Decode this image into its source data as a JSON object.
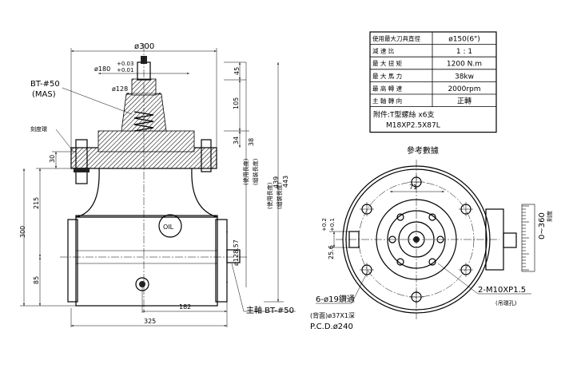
{
  "spec_table": {
    "rows": [
      {
        "label": "使用最大刀具直徑",
        "value": "ø150(6\")"
      },
      {
        "label": "減 速 比",
        "value": "1 : 1"
      },
      {
        "label": "最 大 扭 矩",
        "value": "1200 N.m"
      },
      {
        "label": "最 大 馬 力",
        "value": "38kw"
      },
      {
        "label": "最 高 轉 速",
        "value": "2000rpm"
      },
      {
        "label": "主 軸 轉 向",
        "value": "正轉"
      }
    ],
    "attachment_line1": "附件:T型螺絲 x6支",
    "attachment_line2": "M18XP2.5X87L",
    "reference_title": "參考數據"
  },
  "front_view": {
    "dia_300": "ø300",
    "dia_180": "ø180",
    "tol_upper": "+0.03",
    "tol_lower": "+0.01",
    "dia_128": "ø128",
    "bt50_mas_1": "BT-#50",
    "bt50_mas_2": "(MAS)",
    "scale_ring": "刻度環",
    "dim_45": "45",
    "dim_105": "105",
    "dim_34": "34",
    "dim_38": "38",
    "dim_30": "30",
    "dim_215": "215",
    "dim_300": "300",
    "dim_85": "85",
    "dim_439": "439",
    "dim_443": "443",
    "label_use_length": "(使用長度)",
    "label_use_length_2": "(使用長度)",
    "label_assembly_length": "(組裝長度)",
    "label_assembly_length_2": "(組裝長度)",
    "oil": "OIL",
    "dia_128_57": "ø128.57",
    "dim_182": "182",
    "dim_325": "325",
    "spindle_label": "主軸 BT-#50"
  },
  "side_view": {
    "dim_71": "71",
    "dim_25_6": "25.6",
    "tol_02": "+0.2",
    "tol_01": "+0.1",
    "angle": "0~360",
    "angle_unit": "刻度",
    "holes_1": "6-ø19鑽通",
    "holes_2": "(背面)ø37X1深",
    "pcd": "P.C.D.ø240",
    "tap": "2-M10XP1.5",
    "tap_note": "(吊環孔)"
  }
}
